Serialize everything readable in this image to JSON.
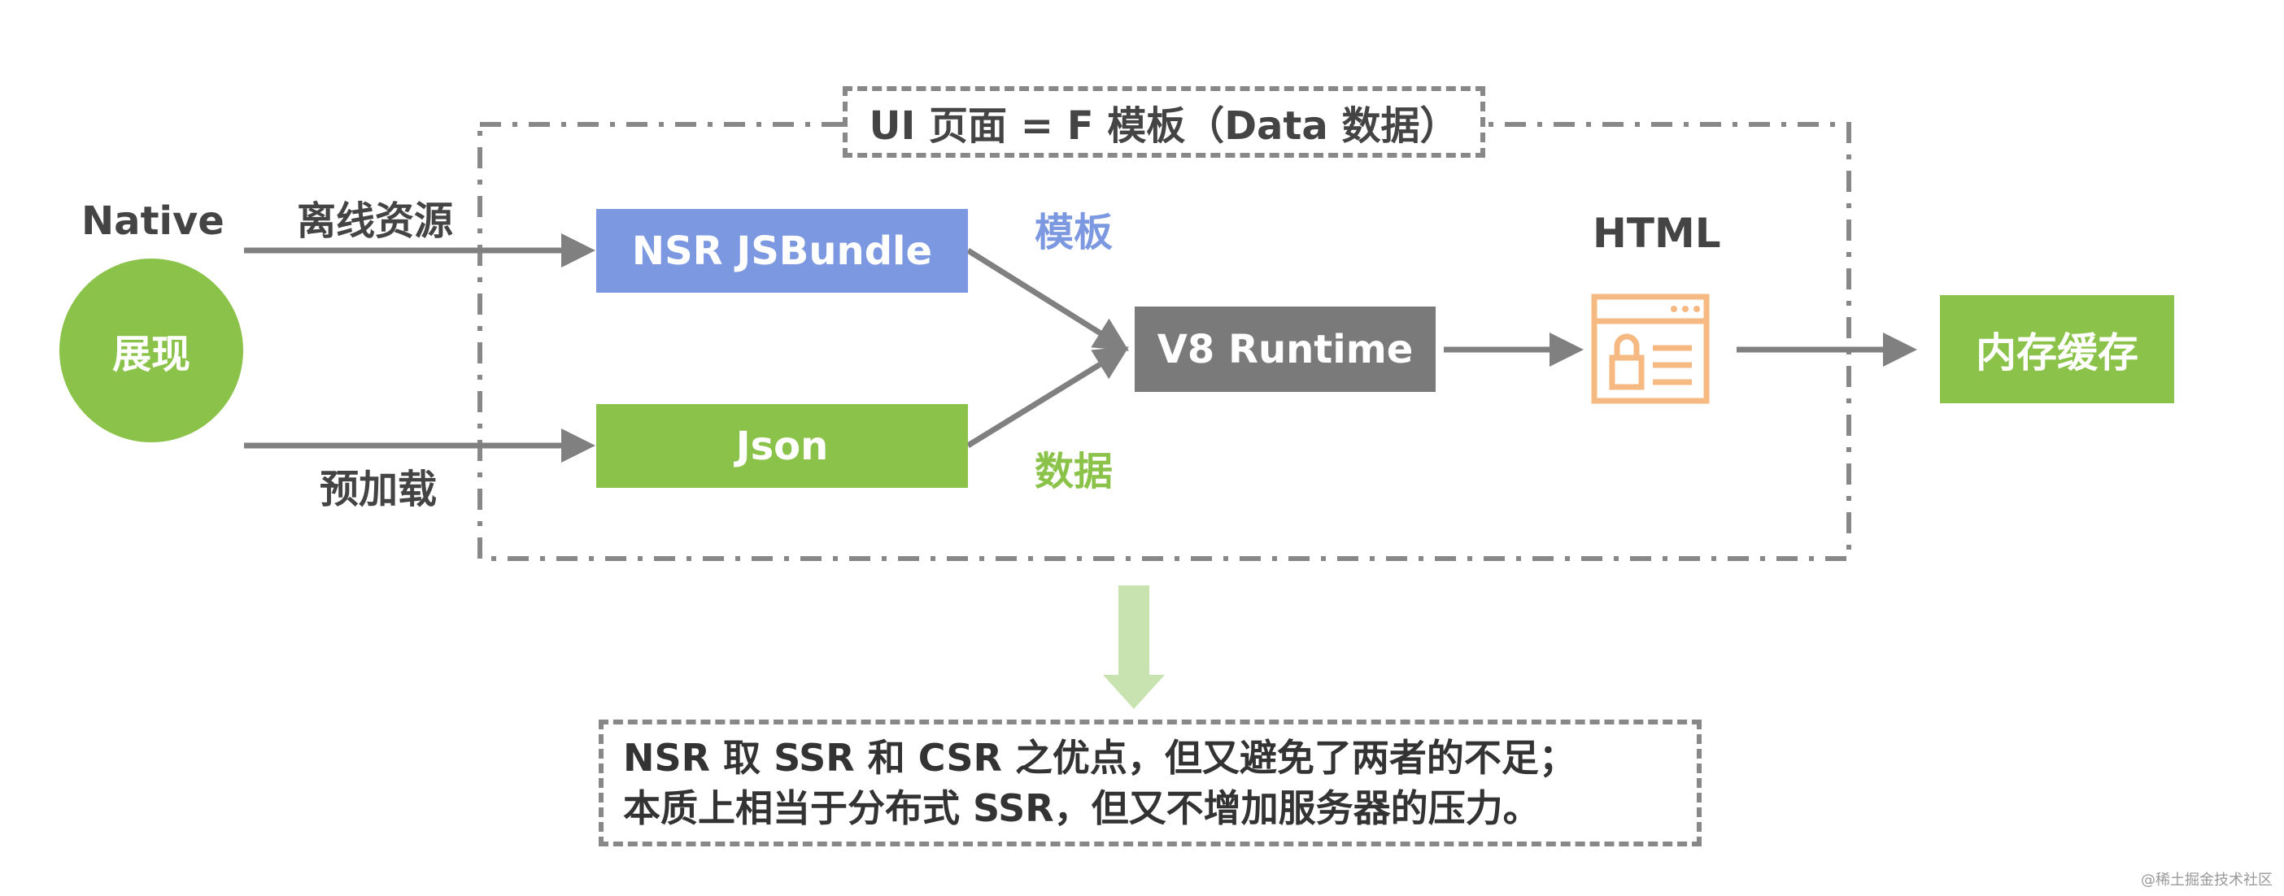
{
  "title": "UI 页面 = F 模板（Data 数据）",
  "native": {
    "label": "Native",
    "circle_label": "展现"
  },
  "inputs": {
    "offline_label": "离线资源",
    "preload_label": "预加载"
  },
  "boxes": {
    "jsbundle": "NSR JSBundle",
    "json": "Json",
    "runtime": "V8 Runtime",
    "cache": "内存缓存"
  },
  "flow_labels": {
    "template": "模板",
    "data": "数据",
    "html": "HTML"
  },
  "note": {
    "line1": "NSR 取 SSR 和 CSR 之优点，但又避免了两者的不足；",
    "line2": "本质上相当于分布式 SSR，但又不增加服务器的压力。"
  },
  "watermark": "@稀土掘金技术社区",
  "colors": {
    "green": "#8bc34a",
    "blue": "#7b98e0",
    "gray": "#7a7a7a",
    "orange": "#f5b981",
    "arrow": "#808080",
    "light_green": "#c9e3b0"
  },
  "icons": {
    "html_icon": "browser-lock-icon"
  }
}
